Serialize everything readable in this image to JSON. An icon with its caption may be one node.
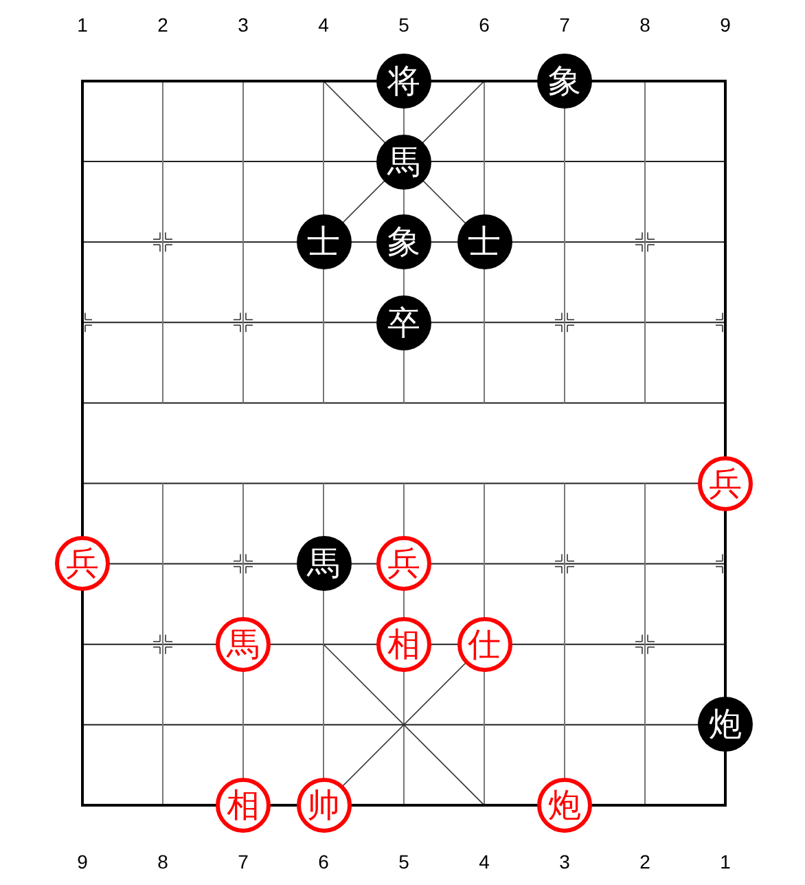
{
  "diagram": {
    "nodes": [
      {
        "text": [
          "将"
        ]
      },
      {
        "text": [
          "象"
        ]
      },
      {
        "text": [
          "馬"
        ]
      },
      {
        "text": [
          "士"
        ]
      },
      {
        "text": [
          "象"
        ]
      },
      {
        "text": [
          "士"
        ]
      },
      {
        "text": [
          "卒"
        ]
      },
      {
        "text": [
          "兵"
        ]
      },
      {
        "text": [
          "兵"
        ]
      },
      {
        "text": [
          "馬"
        ]
      },
      {
        "text": [
          "兵"
        ]
      },
      {
        "text": [
          "馬"
        ]
      },
      {
        "text": [
          "相"
        ]
      },
      {
        "text": [
          "仕"
        ]
      },
      {
        "text": [
          "炮"
        ]
      },
      {
        "text": [
          "相"
        ]
      },
      {
        "text": [
          "帅"
        ]
      },
      {
        "text": [
          "炮"
        ]
      }
    ],
    "labels": [
      "1",
      "2",
      "3",
      "4",
      "5",
      "6",
      "7",
      "8",
      "9",
      "9",
      "8",
      "7",
      "6",
      "5",
      "4",
      "3",
      "2",
      "1"
    ]
  }
}
